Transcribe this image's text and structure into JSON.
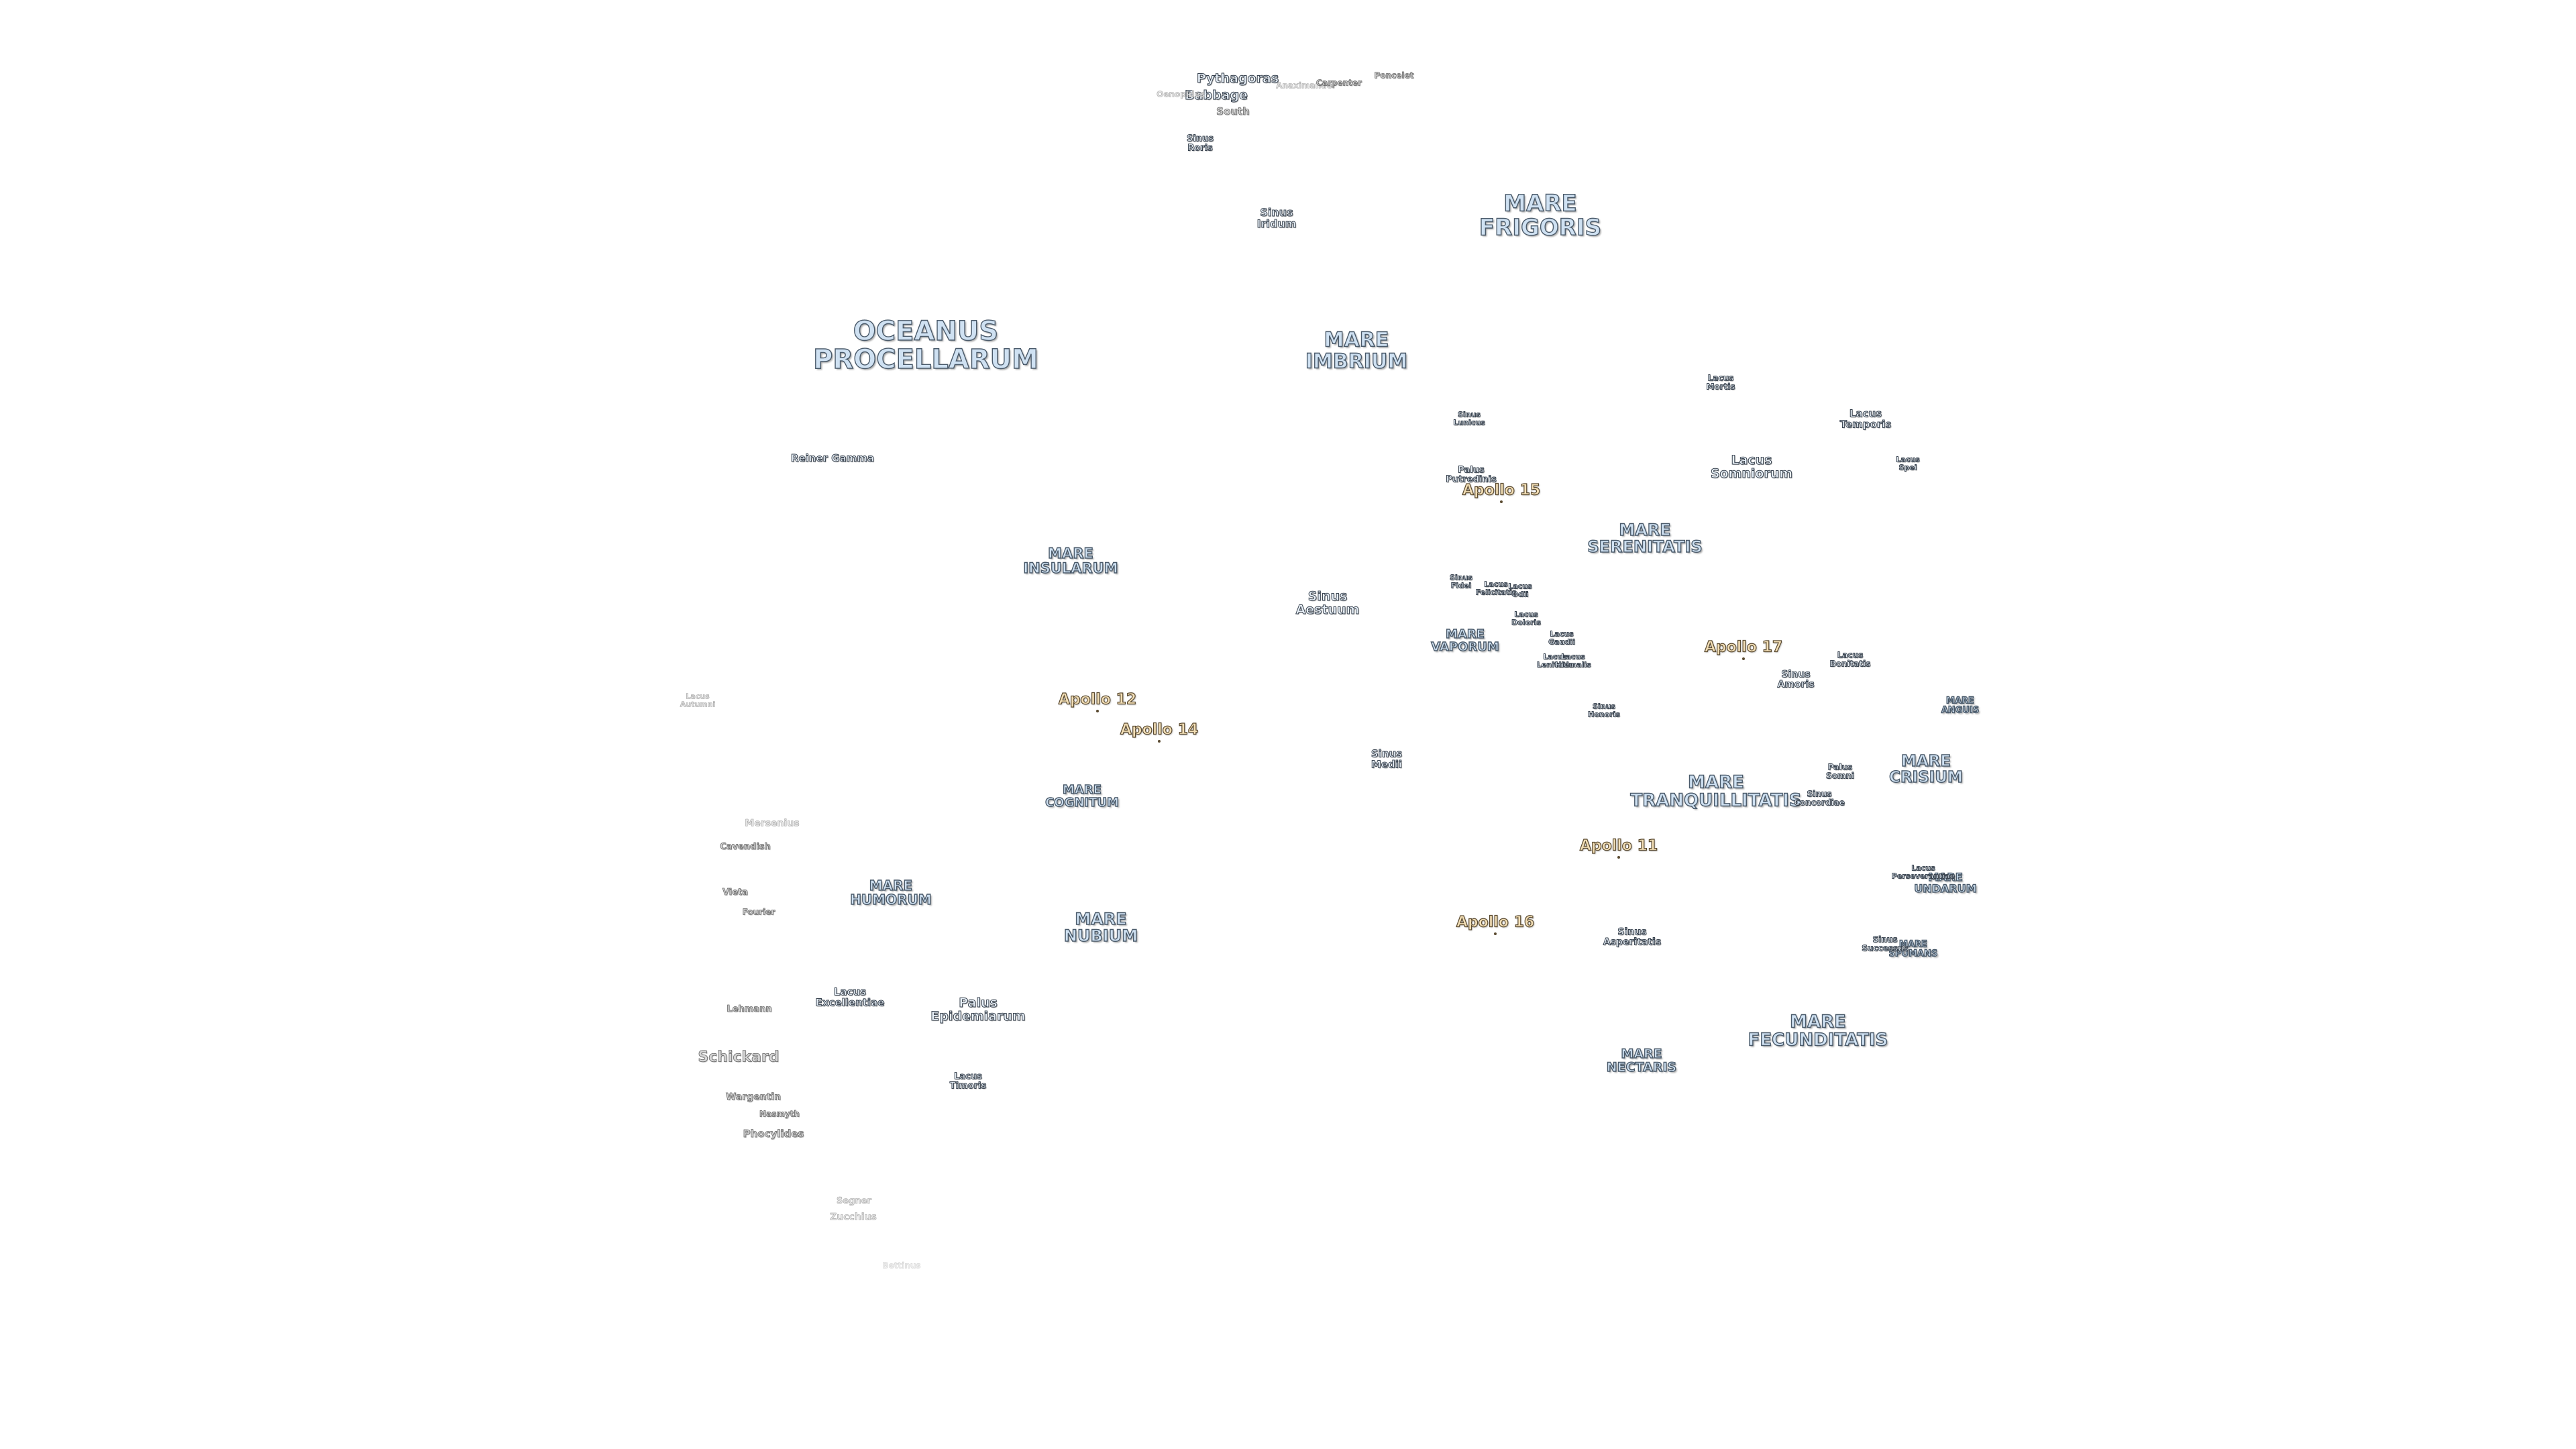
{
  "colors": {
    "mare_fill": "#cfe1f2",
    "mare_outline": "#4a5a6a",
    "apollo_fill": "#f3dfb6",
    "apollo_outline": "#5a4a30",
    "crater_fill": "#d6d6d6"
  },
  "maria": [
    {
      "id": "oceanus-procellarum",
      "text": "OCEANUS\nPROCELLARUM"
    },
    {
      "id": "mare-frigoris",
      "text": "MARE\nFRIGORIS"
    },
    {
      "id": "mare-imbrium",
      "text": "MARE\nIMBRIUM"
    },
    {
      "id": "mare-serenitatis",
      "text": "MARE\nSERENITATIS"
    },
    {
      "id": "mare-insularum",
      "text": "MARE\nINSULARUM"
    },
    {
      "id": "mare-vaporum",
      "text": "MARE\nVAPORUM"
    },
    {
      "id": "mare-tranquillitatis",
      "text": "MARE\nTRANQUILLITATIS"
    },
    {
      "id": "mare-crisium",
      "text": "MARE\nCRISIUM"
    },
    {
      "id": "mare-anguis",
      "text": "MARE\nANGUIS"
    },
    {
      "id": "mare-cognitum",
      "text": "MARE\nCOGNITUM"
    },
    {
      "id": "mare-humorum",
      "text": "MARE\nHUMORUM"
    },
    {
      "id": "mare-nubium",
      "text": "MARE\nNUBIUM"
    },
    {
      "id": "mare-undarum",
      "text": "MARE\nUNDARUM"
    },
    {
      "id": "mare-spumans",
      "text": "MARE\nSPUMANS"
    },
    {
      "id": "mare-fecunditatis",
      "text": "MARE\nFECUNDITATIS"
    },
    {
      "id": "mare-nectaris",
      "text": "MARE\nNECTARIS"
    }
  ],
  "minor_features": [
    {
      "id": "sinus-roris",
      "text": "Sinus\nRoris"
    },
    {
      "id": "sinus-iridum",
      "text": "Sinus\nIridum"
    },
    {
      "id": "lacus-mortis",
      "text": "Lacus\nMortis"
    },
    {
      "id": "lacus-temporis",
      "text": "Lacus\nTemporis"
    },
    {
      "id": "sinus-lunicus",
      "text": "Sinus\nLunicus"
    },
    {
      "id": "lacus-somniorum",
      "text": "Lacus\nSomniorum"
    },
    {
      "id": "lacus-spei",
      "text": "Lacus\nSpei"
    },
    {
      "id": "palus-putredinis",
      "text": "Palus\nPutredinis"
    },
    {
      "id": "sinus-fidei",
      "text": "Sinus\nFidei"
    },
    {
      "id": "lacus-felicitatis",
      "text": "Lacus\nFelicitatis"
    },
    {
      "id": "lacus-odii",
      "text": "Lacus\nOdii"
    },
    {
      "id": "sinus-aestuum",
      "text": "Sinus\nAestuum"
    },
    {
      "id": "lacus-doloris",
      "text": "Lacus\nDoloris"
    },
    {
      "id": "lacus-gaudii",
      "text": "Lacus\nGaudii"
    },
    {
      "id": "lacus-lenitatis",
      "text": "Lacus\nLenitatis"
    },
    {
      "id": "lacus-hiemalis",
      "text": "Lacus\nHiemalis"
    },
    {
      "id": "lacus-bonitatis",
      "text": "Lacus\nBonitatis"
    },
    {
      "id": "sinus-amoris",
      "text": "Sinus\nAmoris"
    },
    {
      "id": "sinus-honoris",
      "text": "Sinus\nHonoris"
    },
    {
      "id": "sinus-medii",
      "text": "Sinus\nMedii"
    },
    {
      "id": "palus-somni",
      "text": "Palus\nSomni"
    },
    {
      "id": "sinus-concordiae",
      "text": "Sinus\nConcordiae"
    },
    {
      "id": "lacus-perseverantiae",
      "text": "Lacus\nPerseverantiae"
    },
    {
      "id": "sinus-asperitatis",
      "text": "Sinus\nAsperitatis"
    },
    {
      "id": "sinus-successus",
      "text": "Sinus\nSuccessus"
    },
    {
      "id": "lacus-excellentiae",
      "text": "Lacus\nExcellentiae"
    },
    {
      "id": "palus-epidemiarum",
      "text": "Palus\nEpidemiarum"
    },
    {
      "id": "lacus-timoris",
      "text": "Lacus\nTimoris"
    },
    {
      "id": "lacus-autumni",
      "text": "Lacus\nAutumni"
    }
  ],
  "craters": [
    {
      "id": "pythagoras",
      "text": "Pythagoras"
    },
    {
      "id": "babbage",
      "text": "Babbage"
    },
    {
      "id": "south",
      "text": "South"
    },
    {
      "id": "oenopides",
      "text": "Oenopides"
    },
    {
      "id": "anaximander",
      "text": "Anaximander"
    },
    {
      "id": "carpenter",
      "text": "Carpenter"
    },
    {
      "id": "poncelet",
      "text": "Poncelet"
    },
    {
      "id": "reiner-gamma",
      "text": "Reiner Gamma"
    },
    {
      "id": "mersenius",
      "text": "Mersenius"
    },
    {
      "id": "cavendish",
      "text": "Cavendish"
    },
    {
      "id": "vieta",
      "text": "Vieta"
    },
    {
      "id": "fourier",
      "text": "Fourier"
    },
    {
      "id": "lehmann",
      "text": "Lehmann"
    },
    {
      "id": "schickard",
      "text": "Schickard"
    },
    {
      "id": "wargentin",
      "text": "Wargentin"
    },
    {
      "id": "nasmyth",
      "text": "Nasmyth"
    },
    {
      "id": "phocylides",
      "text": "Phocylides"
    },
    {
      "id": "segner",
      "text": "Segner"
    },
    {
      "id": "zucchius",
      "text": "Zucchius"
    },
    {
      "id": "bettinus",
      "text": "Bettinus"
    }
  ],
  "apollo_sites": [
    {
      "id": "apollo-15",
      "text": "Apollo 15"
    },
    {
      "id": "apollo-17",
      "text": "Apollo 17"
    },
    {
      "id": "apollo-12",
      "text": "Apollo 12"
    },
    {
      "id": "apollo-14",
      "text": "Apollo 14"
    },
    {
      "id": "apollo-11",
      "text": "Apollo 11"
    },
    {
      "id": "apollo-16",
      "text": "Apollo 16"
    }
  ]
}
